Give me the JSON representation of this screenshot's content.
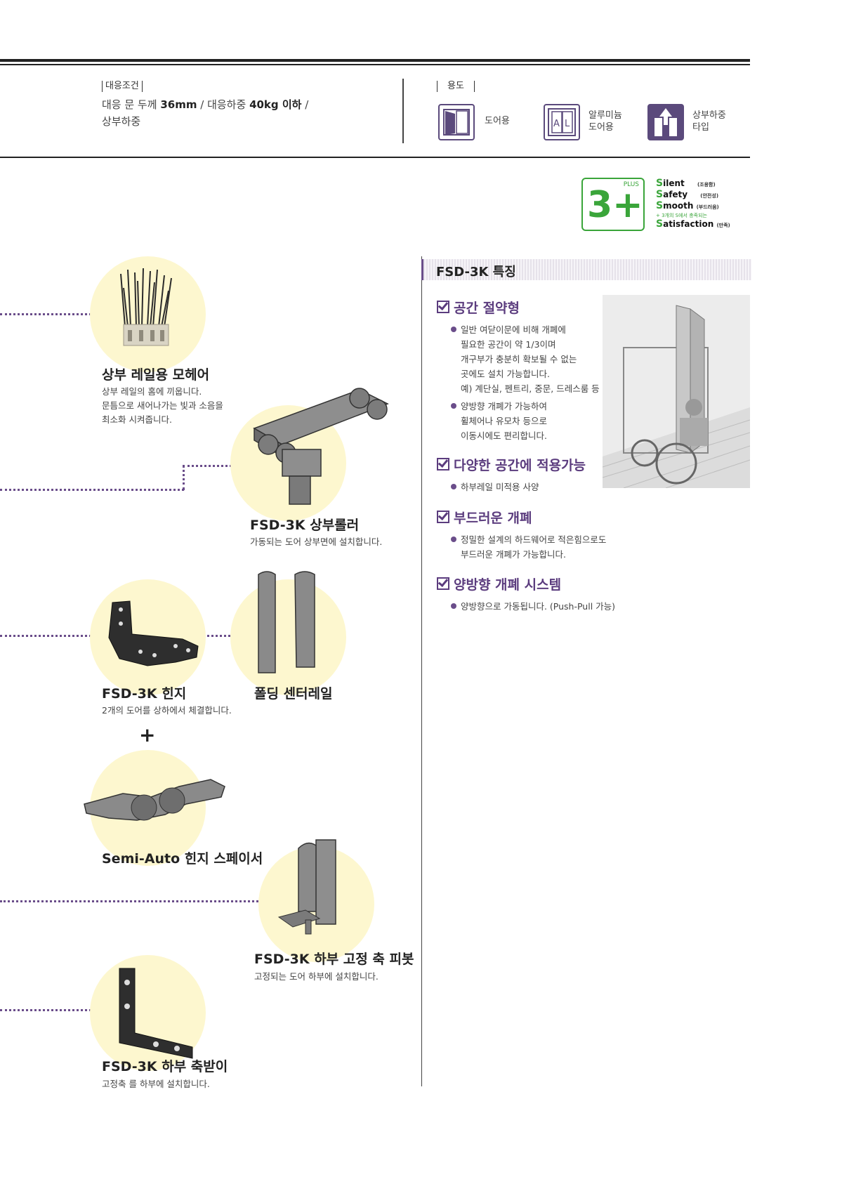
{
  "header": {
    "conditions_tag": "대응조건",
    "conditions_line1_prefix": "대응 문 두께",
    "conditions_line1_thickness": "36mm",
    "conditions_line1_mid": "/ 대응하중",
    "conditions_line1_load": "40kg 이하",
    "conditions_line1_suffix": "/",
    "conditions_line2": "상부하중",
    "usage_tag": "용도",
    "usage": [
      {
        "icon": "door-icon",
        "label": "도어용"
      },
      {
        "icon": "aluminum-door-icon",
        "label": "알루미늄\n도어용"
      },
      {
        "icon": "top-load-icon",
        "label": "상부하중\n타입"
      }
    ]
  },
  "badge": {
    "plus_label": "PLUS",
    "big_text": "3+",
    "items": [
      {
        "first": "S",
        "rest": "ilent",
        "note": "(조용함)"
      },
      {
        "first": "S",
        "rest": "afety",
        "note": "(안전성)"
      },
      {
        "first": "S",
        "rest": "mooth",
        "note": "(부드러움)"
      },
      {
        "first": "S",
        "rest": "atisfaction",
        "note": "(만족)"
      }
    ],
    "sub_note": "+ 3개의 S에서 충족되는"
  },
  "products": [
    {
      "title": "상부 레일용 모헤어",
      "desc": [
        "상부 레일의 홈에 끼웁니다.",
        "문틈으로 새어나가는 빛과 소음을",
        "최소화 시켜줍니다."
      ]
    },
    {
      "title": "FSD-3K 상부롤러",
      "desc": [
        "가동되는 도어 상부면에 설치합니다."
      ]
    },
    {
      "title": "FSD-3K 힌지",
      "desc": [
        "2개의 도어를 상하에서 체결합니다."
      ]
    },
    {
      "title": "폴딩 센터레일",
      "desc": []
    },
    {
      "title": "Semi-Auto 힌지 스페이서",
      "desc": []
    },
    {
      "title": "FSD-3K 하부 고정 축 피봇",
      "desc": [
        "고정되는 도어 하부에 설치합니다."
      ]
    },
    {
      "title": "FSD-3K 하부 축받이",
      "desc": [
        "고정축 를 하부에 설치합니다."
      ]
    }
  ],
  "plus_sign": "+",
  "features": {
    "header": "FSD-3K 특징",
    "items": [
      {
        "title": "공간 절약형",
        "bullets": [
          [
            "일반 여닫이문에 비해 개폐에",
            "필요한 공간이 약 1/3이며",
            "개구부가 충분히 확보될 수 없는",
            "곳에도 설치 가능합니다.",
            "예) 계단실, 펜트리, 중문, 드레스룸 등"
          ],
          [
            "양방향 개폐가 가능하여",
            "휠체어나 유모차 등으로",
            "이동시에도 편리합니다."
          ]
        ]
      },
      {
        "title": "다양한 공간에 적용가능",
        "bullets": [
          [
            "하부레일 미적용 사양"
          ]
        ]
      },
      {
        "title": "부드러운 개폐",
        "bullets": [
          [
            "정밀한 설계의 하드웨어로 적은힘으로도",
            "부드러운 개폐가 가능합니다."
          ]
        ]
      },
      {
        "title": "양방향 개폐 시스템",
        "bullets": [
          [
            "양방향으로 가동됩니다. (Push-Pull 가능)"
          ]
        ]
      }
    ]
  }
}
